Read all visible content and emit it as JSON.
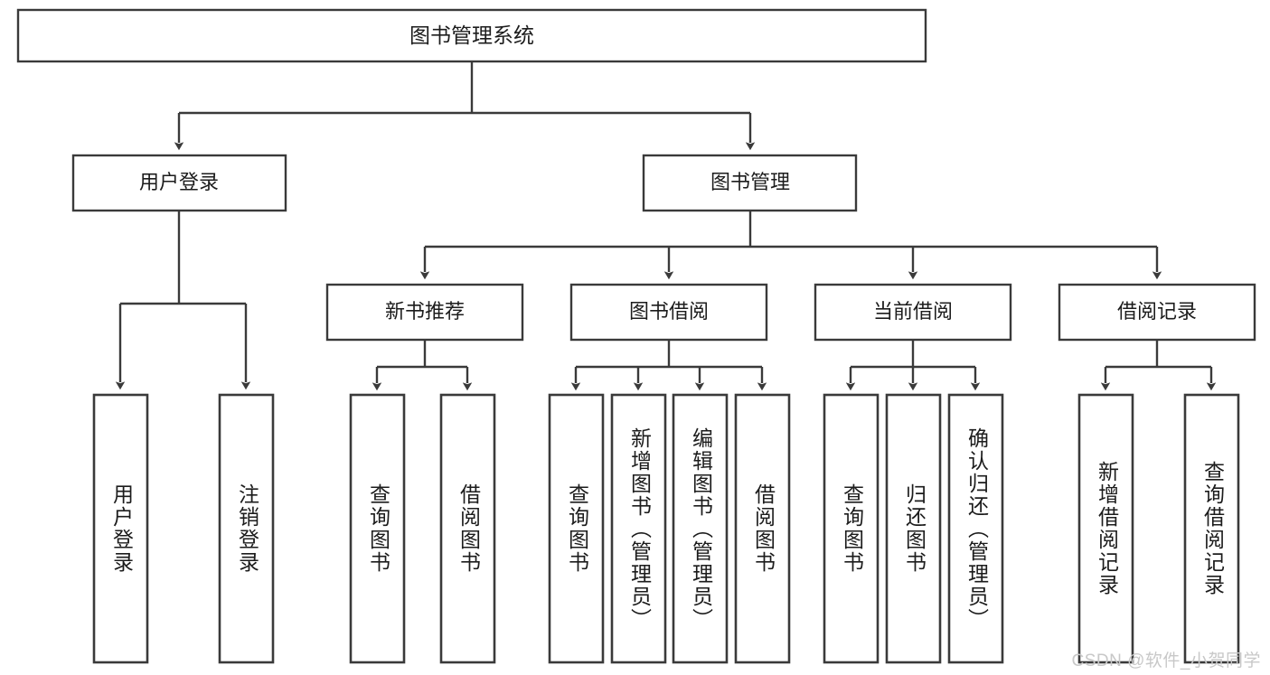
{
  "diagram": {
    "title": "图书管理系统",
    "type": "tree-hierarchy",
    "watermark": "CSDN @软件_小贺同学",
    "colors": {
      "stroke": "#3a3a3a",
      "fill": "#ffffff",
      "text": "#1c1c1c",
      "watermark": "#c8c8c8",
      "background": "#ffffff"
    },
    "root": {
      "label": "图书管理系统"
    },
    "level2": [
      {
        "id": "user-login",
        "label": "用户登录"
      },
      {
        "id": "book-manage",
        "label": "图书管理"
      }
    ],
    "level3": [
      {
        "id": "new-book-rec",
        "label": "新书推荐"
      },
      {
        "id": "book-borrow",
        "label": "图书借阅"
      },
      {
        "id": "current-borrow",
        "label": "当前借阅"
      },
      {
        "id": "borrow-record",
        "label": "借阅记录"
      }
    ],
    "leaves": {
      "user_login": [
        {
          "id": "leaf-user-login",
          "label": "用户登录"
        },
        {
          "id": "leaf-logout-login",
          "label": "注销登录"
        }
      ],
      "new_book_rec": [
        {
          "id": "leaf-query-book-1",
          "label": "查询图书"
        },
        {
          "id": "leaf-borrow-book-1",
          "label": "借阅图书"
        }
      ],
      "book_borrow": [
        {
          "id": "leaf-query-book-2",
          "label": "查询图书"
        },
        {
          "id": "leaf-add-book",
          "label": "新增图书（管理员）"
        },
        {
          "id": "leaf-edit-book",
          "label": "编辑图书（管理员）"
        },
        {
          "id": "leaf-borrow-book-2",
          "label": "借阅图书"
        }
      ],
      "current_borrow": [
        {
          "id": "leaf-query-book-3",
          "label": "查询图书"
        },
        {
          "id": "leaf-return-book",
          "label": "归还图书"
        },
        {
          "id": "leaf-confirm-return",
          "label": "确认归还（管理员）"
        }
      ],
      "borrow_record": [
        {
          "id": "leaf-add-record",
          "label": "新增借阅记录"
        },
        {
          "id": "leaf-query-record",
          "label": "查询借阅记录"
        }
      ]
    }
  }
}
